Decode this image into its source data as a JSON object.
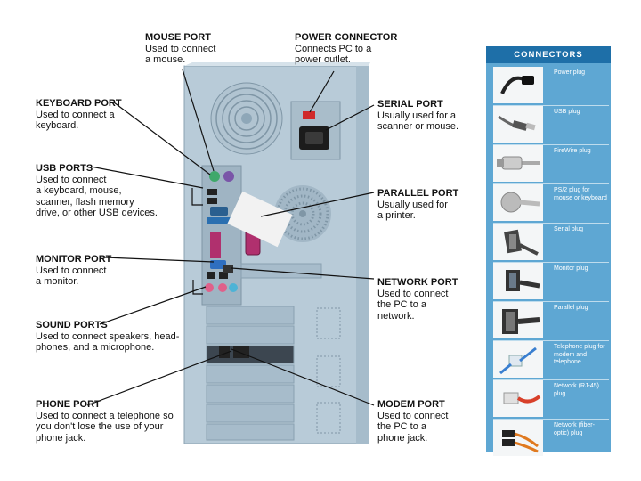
{
  "ports": {
    "mouse": {
      "title": "MOUSE PORT",
      "desc": "Used to connect\na mouse."
    },
    "power": {
      "title": "POWER CONNECTOR",
      "desc": "Connects PC to a\npower outlet."
    },
    "keyboard": {
      "title": "KEYBOARD PORT",
      "desc": "Used to connect a\nkeyboard."
    },
    "serial": {
      "title": "SERIAL PORT",
      "desc": "Usually used for a\nscanner or mouse."
    },
    "usb": {
      "title": "USB PORTS",
      "desc": "Used to connect\na keyboard, mouse,\nscanner, flash memory\ndrive, or other USB devices."
    },
    "parallel": {
      "title": "PARALLEL PORT",
      "desc": "Usually used for\na printer."
    },
    "monitor": {
      "title": "MONITOR PORT",
      "desc": "Used to connect\na monitor."
    },
    "network": {
      "title": "NETWORK PORT",
      "desc": "Used to connect\nthe PC to a\nnetwork."
    },
    "sound": {
      "title": "SOUND PORTS",
      "desc": "Used to connect speakers, head-\nphones, and a microphone."
    },
    "phone": {
      "title": "PHONE PORT",
      "desc": "Used to connect a telephone so\nyou don't lose the use of your\nphone jack."
    },
    "modem": {
      "title": "MODEM PORT",
      "desc": "Used to connect\nthe PC to a\nphone jack."
    }
  },
  "connectors": {
    "title": "CONNECTORS",
    "items": [
      {
        "label": "Power plug",
        "icon": "power-plug-icon"
      },
      {
        "label": "USB plug",
        "icon": "usb-plug-icon"
      },
      {
        "label": "FireWire plug",
        "icon": "firewire-plug-icon"
      },
      {
        "label": "PS/2 plug for mouse or keyboard",
        "icon": "ps2-plug-icon"
      },
      {
        "label": "Serial plug",
        "icon": "serial-plug-icon"
      },
      {
        "label": "Monitor plug",
        "icon": "monitor-plug-icon"
      },
      {
        "label": "Parallel plug",
        "icon": "parallel-plug-icon"
      },
      {
        "label": "Telephone plug for modem and telephone",
        "icon": "telephone-plug-icon"
      },
      {
        "label": "Network (RJ-45) plug",
        "icon": "network-plug-icon"
      },
      {
        "label": "Network (fiber-optic) plug",
        "icon": "fiber-optic-plug-icon"
      }
    ]
  },
  "colors": {
    "case": "#b5c9d6",
    "case_dark": "#8ea7b8",
    "panel_bg": "#5ea7d3",
    "panel_header": "#1e6fa8",
    "ps2_mouse": "#3fa86a",
    "ps2_keyboard": "#7a55a8",
    "parallel": "#b0306e",
    "monitor": "#2f6fc0",
    "sound_pink": "#e0608a",
    "sound_blue": "#4db3d6"
  }
}
